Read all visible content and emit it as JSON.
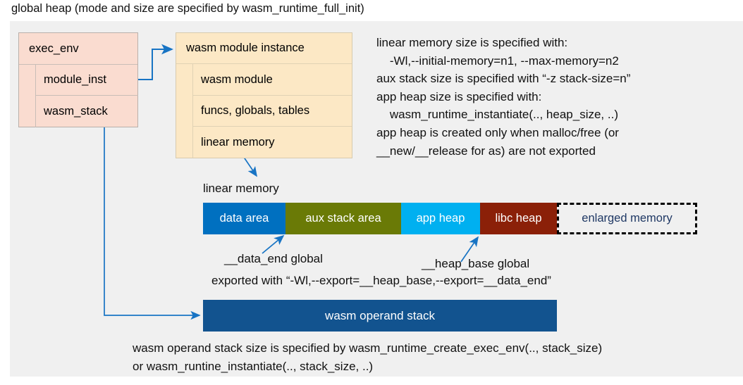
{
  "title": "global heap (mode and size are specified by wasm_runtime_full_init)",
  "exec_env": {
    "header": "exec_env",
    "rows": [
      {
        "label": "module_inst"
      },
      {
        "label": "wasm_stack"
      }
    ]
  },
  "wasm_module_instance": {
    "header": "wasm module instance",
    "rows": [
      {
        "label": "wasm module"
      },
      {
        "label": "funcs, globals, tables"
      },
      {
        "label": "linear memory"
      }
    ]
  },
  "info_text": "linear memory size is specified with:\n    -Wl,--initial-memory=n1, --max-memory=n2\naux stack size is specified with “-z stack-size=n”\napp heap size is specified with:\n    wasm_runtime_instantiate(.., heap_size, ..)\napp heap is created only when malloc/free (or\n__new/__release for as) are not exported",
  "linear_memory": {
    "label": "linear memory",
    "segments": [
      {
        "label": "data area",
        "color": "#0070c0"
      },
      {
        "label": "aux stack area",
        "color": "#6a7a06"
      },
      {
        "label": "app heap",
        "color": "#00b0f0"
      },
      {
        "label": "libc heap",
        "color": "#8b2008"
      },
      {
        "label": "enlarged memory",
        "color": "#f0f0f0"
      }
    ]
  },
  "annotations": {
    "data_end": "__data_end global",
    "heap_base": "__heap_base global",
    "exported_with": "exported with “-Wl,--export=__heap_base,--export=__data_end”"
  },
  "operand_stack": {
    "label": "wasm operand stack",
    "color": "#12538f"
  },
  "bottom_text": "wasm operand stack size is specified by wasm_runtime_create_exec_env(.., stack_size)\nor wasm_runtine_instantiate(.., stack_size, ..)",
  "colors": {
    "panel_bg": "#f0f0f0",
    "exec_env_fill": "#fadcd0",
    "module_fill": "#fce8c5",
    "connector": "#1874c4",
    "enlarged_text": "#1f3864"
  }
}
